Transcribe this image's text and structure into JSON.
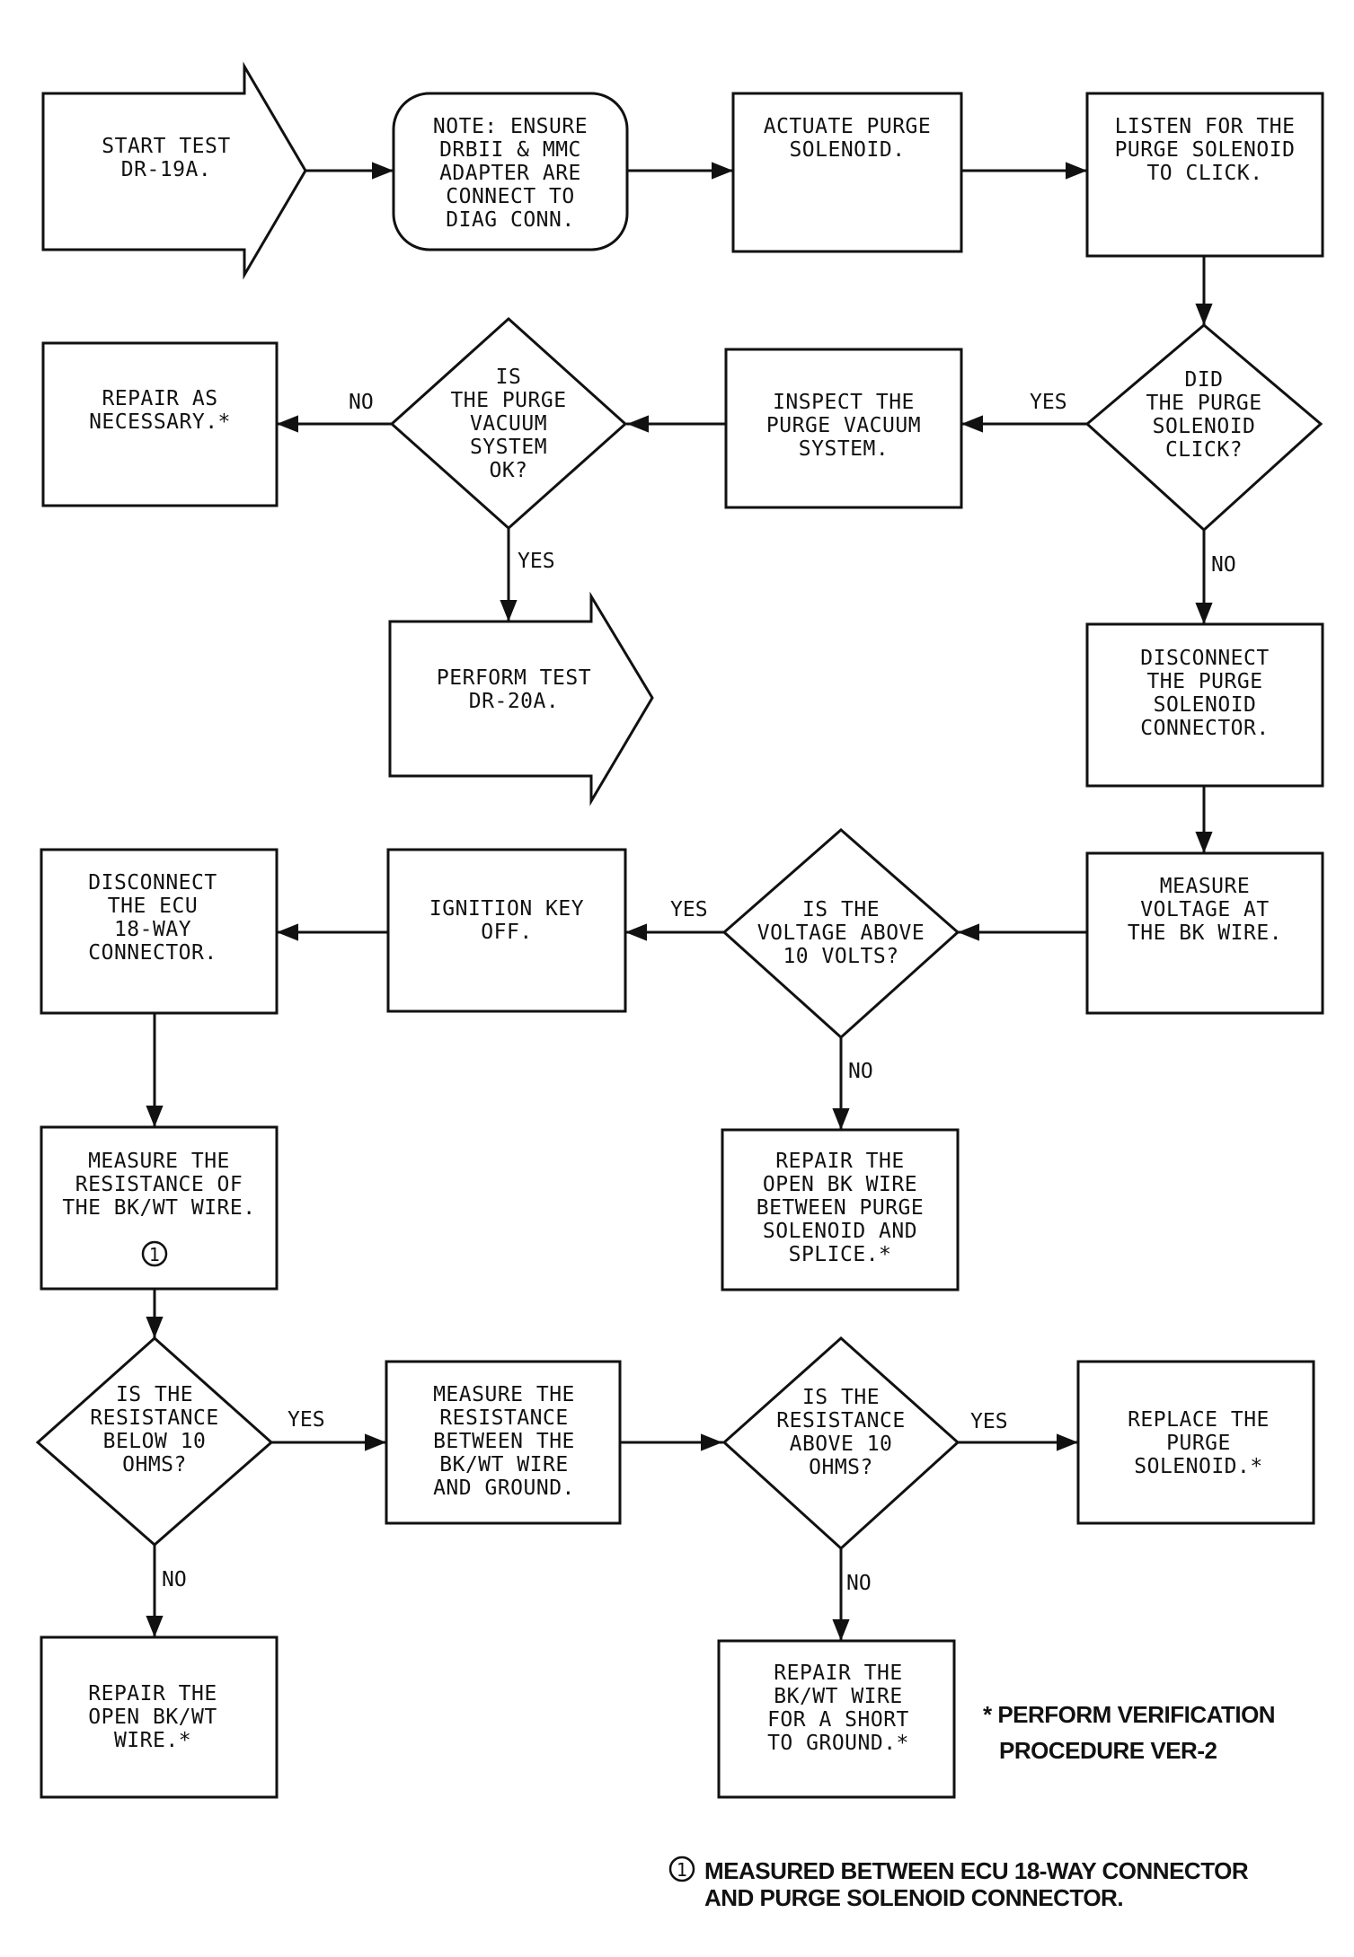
{
  "nodes": {
    "start_test": [
      "START TEST",
      "DR-19A."
    ],
    "note_ensure": [
      "NOTE: ENSURE",
      "DRBII & MMC",
      "ADAPTER ARE",
      "CONNECT TO",
      "DIAG CONN."
    ],
    "actuate": [
      "ACTUATE PURGE",
      "SOLENOID."
    ],
    "listen": [
      "LISTEN FOR THE",
      "PURGE SOLENOID",
      "TO CLICK."
    ],
    "did_click": [
      "DID",
      "THE PURGE",
      "SOLENOID",
      "CLICK?"
    ],
    "inspect": [
      "INSPECT THE",
      "PURGE VACUUM",
      "SYSTEM."
    ],
    "vacuum_ok": [
      "IS",
      "THE PURGE",
      "VACUUM",
      "SYSTEM",
      "OK?"
    ],
    "repair_necessary": [
      "REPAIR AS",
      "NECESSARY.*"
    ],
    "perform_test": [
      "PERFORM TEST",
      "DR-20A."
    ],
    "disconnect_solenoid": [
      "DISCONNECT",
      "THE PURGE",
      "SOLENOID",
      "CONNECTOR."
    ],
    "measure_voltage": [
      "MEASURE",
      "VOLTAGE AT",
      "THE BK WIRE."
    ],
    "voltage_above": [
      "IS THE",
      "VOLTAGE ABOVE",
      "10 VOLTS?"
    ],
    "ignition_off": [
      "IGNITION KEY",
      "OFF."
    ],
    "disconnect_ecu": [
      "DISCONNECT",
      "THE ECU",
      "18-WAY",
      "CONNECTOR."
    ],
    "repair_bk": [
      "REPAIR THE",
      "OPEN BK WIRE",
      "BETWEEN PURGE",
      "SOLENOID AND",
      "SPLICE.*"
    ],
    "measure_res": [
      "MEASURE THE",
      "RESISTANCE OF",
      "THE BK/WT WIRE."
    ],
    "res_below": [
      "IS THE",
      "RESISTANCE",
      "BELOW 10",
      "OHMS?"
    ],
    "measure_res_ground": [
      "MEASURE THE",
      "RESISTANCE",
      "BETWEEN THE",
      "BK/WT WIRE",
      "AND GROUND."
    ],
    "res_above": [
      "IS THE",
      "RESISTANCE",
      "ABOVE 10",
      "OHMS?"
    ],
    "replace_solenoid": [
      "REPLACE THE",
      "PURGE",
      "SOLENOID.*"
    ],
    "repair_open_bkwt": [
      "REPAIR THE",
      "OPEN BK/WT",
      "WIRE.*"
    ],
    "repair_short": [
      "REPAIR THE",
      "BK/WT WIRE",
      "FOR A SHORT",
      "TO GROUND.*"
    ]
  },
  "edge_labels": {
    "no_vacuum": "NO",
    "yes_click": "YES",
    "yes_vacuum": "YES",
    "no_click": "NO",
    "yes_voltage": "YES",
    "no_voltage": "NO",
    "yes_below": "YES",
    "no_below": "NO",
    "yes_above": "YES",
    "no_above": "NO"
  },
  "markers": {
    "circled_one": "1"
  },
  "notes": {
    "verification": [
      "* PERFORM VERIFICATION",
      "PROCEDURE VER-2"
    ],
    "measured_between": [
      "MEASURED BETWEEN ECU 18-WAY CONNECTOR",
      "AND PURGE SOLENOID CONNECTOR."
    ]
  }
}
